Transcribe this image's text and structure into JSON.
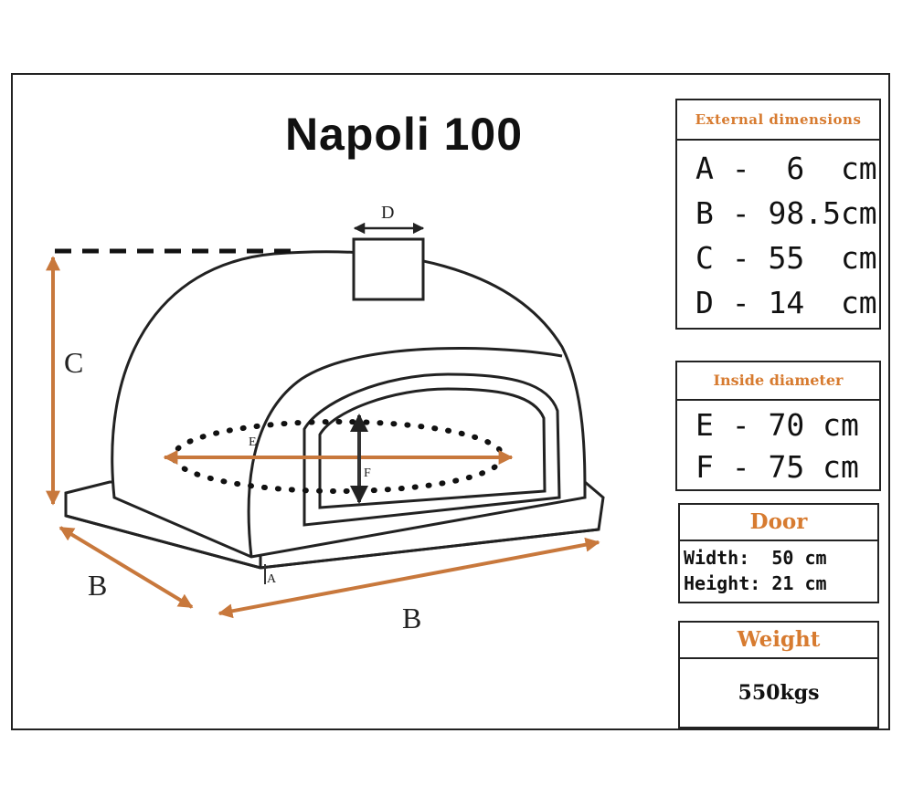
{
  "title": "Napoli 100",
  "diagram_labels": {
    "a": "A",
    "b_side": "B",
    "b_front": "B",
    "c": "C",
    "d": "D",
    "e": "E",
    "f": "F"
  },
  "external": {
    "heading": "External dimensions",
    "rows": [
      "A -  6  cm",
      "B - 98.5cm",
      "C - 55  cm",
      "D - 14  cm"
    ]
  },
  "inside": {
    "heading": "Inside diameter",
    "rows": [
      "E - 70 cm",
      "F - 75 cm"
    ]
  },
  "door": {
    "heading": "Door",
    "rows": [
      "Width:  50 cm",
      "Height: 21 cm"
    ]
  },
  "weight": {
    "heading": "Weight",
    "value": "550kgs"
  },
  "colors": {
    "heading": "#d77b30",
    "arrow": "#c8783c",
    "line": "#222222"
  }
}
